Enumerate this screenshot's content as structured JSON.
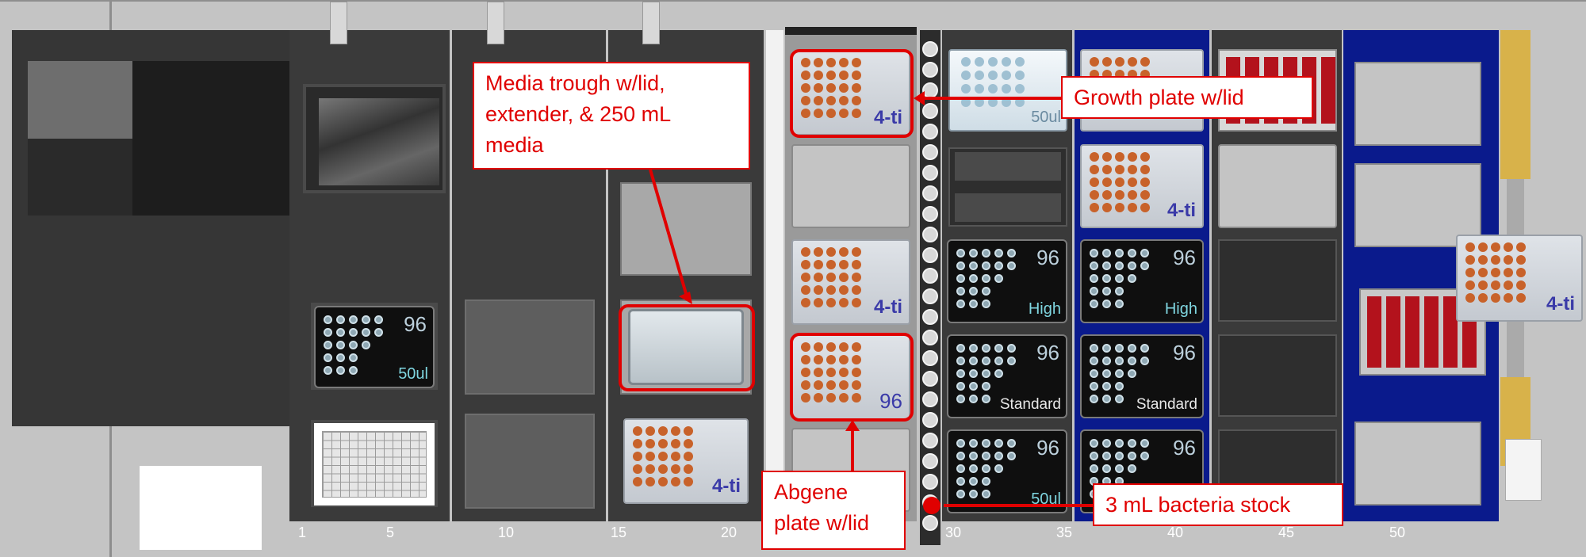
{
  "deck": {
    "positions": [
      "1",
      "5",
      "10",
      "15",
      "20",
      "30",
      "35",
      "40",
      "45",
      "50"
    ],
    "colors": {
      "accent": "#e00000",
      "deck_blue": "#0a1a8c",
      "tip_orange": "#c8622a",
      "trough_red": "#b3121c",
      "label_blue": "#3a3aa8"
    }
  },
  "plates": {
    "ti_label": "4-ti",
    "n96_label": "96",
    "tips_50ul": "50ul",
    "tips_high": "High",
    "tips_standard": "Standard",
    "small_plate_label": "50ul"
  },
  "annotations": {
    "media_trough": [
      "Media trough w/lid,",
      "extender, & 250 mL",
      "media"
    ],
    "growth_plate": "Growth plate w/lid",
    "abgene_plate": [
      "Abgene",
      "plate w/lid"
    ],
    "bacteria_stock": "3 mL bacteria stock"
  }
}
